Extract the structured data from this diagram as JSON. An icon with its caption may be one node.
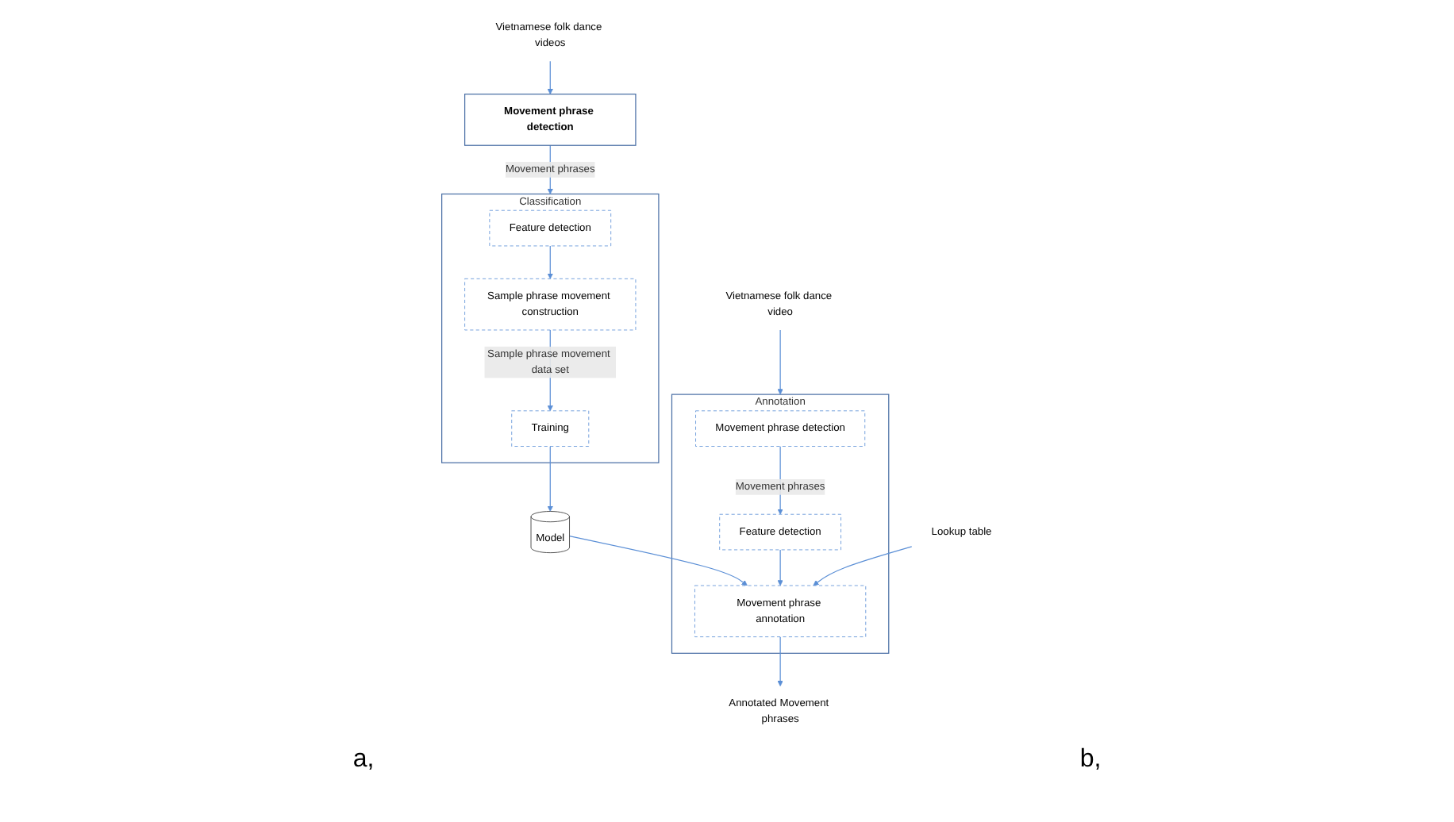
{
  "diagram": {
    "nodes": [
      {
        "text": [
          "Vietnamese folk dance videos"
        ]
      },
      {
        "text": [
          "Movement phrase detection"
        ]
      },
      {
        "text": [
          "Classification"
        ]
      },
      {
        "text": [
          "Feature detection"
        ],
        "in": 2
      },
      {
        "text": [
          "Sample phrase movement construction"
        ],
        "in": 2
      },
      {
        "text": [
          "Training"
        ],
        "in": 2
      },
      {
        "text": [
          "Model"
        ]
      },
      {
        "text": [
          "Vietnamese folk dance video"
        ]
      },
      {
        "text": [
          "Annotation"
        ]
      },
      {
        "text": [
          "Movement phrase detection"
        ],
        "in": 8
      },
      {
        "text": [
          "Feature detection"
        ],
        "in": 8
      },
      {
        "text": [
          "Movement phrase annotation"
        ],
        "in": 8
      },
      {
        "text": [
          "Lookup table"
        ]
      },
      {
        "text": [
          "Annotated Movement phrases"
        ]
      }
    ],
    "edges": [
      {
        "from": 0,
        "to": 1,
        "arrow": "to"
      },
      {
        "from": 1,
        "to": 2,
        "arrow": "to",
        "label": "Movement phrases"
      },
      {
        "from": 3,
        "to": 4,
        "arrow": "to"
      },
      {
        "from": 4,
        "to": 5,
        "arrow": "to",
        "label": "Sample phrase movement data set"
      },
      {
        "from": 5,
        "to": 6,
        "arrow": "to"
      },
      {
        "from": 6,
        "to": 11,
        "arrow": "to"
      },
      {
        "from": 7,
        "to": 8,
        "arrow": "to"
      },
      {
        "from": 9,
        "to": 10,
        "arrow": "to",
        "label": "Movement phrases"
      },
      {
        "from": 10,
        "to": 11,
        "arrow": "to"
      },
      {
        "from": 12,
        "to": 11,
        "arrow": "to"
      },
      {
        "from": 11,
        "to": 13,
        "arrow": "to"
      }
    ],
    "labels": [
      "a,",
      "b,"
    ]
  }
}
